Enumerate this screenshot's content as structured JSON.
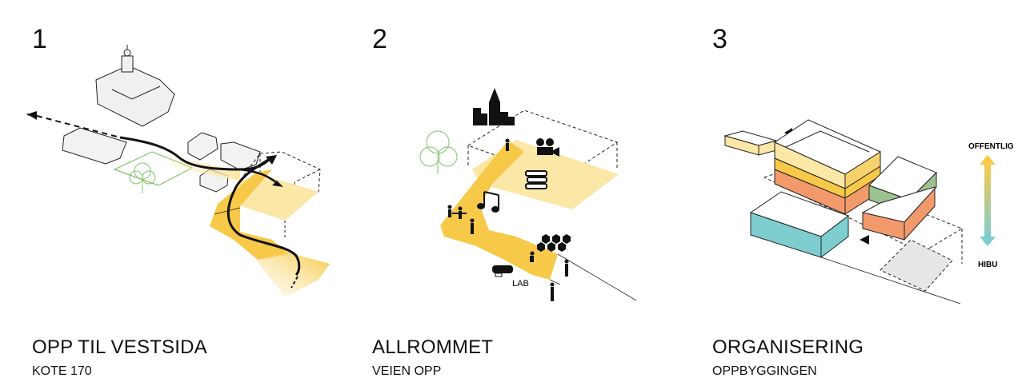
{
  "panels": [
    {
      "number": "1",
      "title": "OPP TIL VESTSIDA",
      "subtitle": "KOTE 170"
    },
    {
      "number": "2",
      "title": "ALLROMMET",
      "subtitle": "VEIEN OPP",
      "lab_label": "LAB"
    },
    {
      "number": "3",
      "title": "ORGANISERING",
      "subtitle": "OPPBYGGINGEN",
      "scale_top": "OFFENTLIG",
      "scale_bottom": "HIBU"
    }
  ],
  "colors": {
    "yellow": "#f7c948",
    "light_yellow": "#fbe7a6",
    "orange": "#f29a6b",
    "teal": "#7ecdcf",
    "green": "#9cc28f",
    "grey": "#e6e6e6",
    "tree_green": "#7fc26b"
  }
}
